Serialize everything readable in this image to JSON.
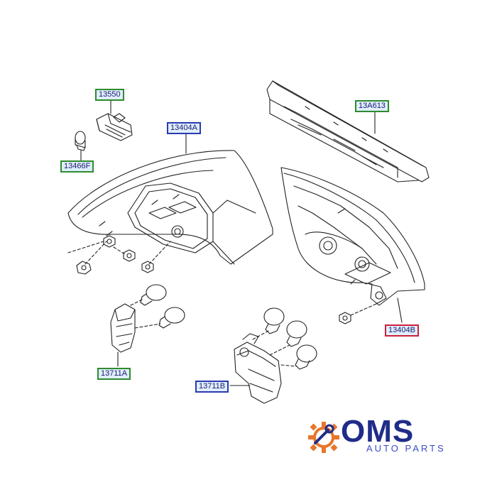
{
  "labels": {
    "p13550": "13550",
    "p13466F": "13466F",
    "p13404A": "13404A",
    "p13A613": "13A613",
    "p13404B": "13404B",
    "p13711A": "13711A",
    "p13711B": "13711B"
  },
  "logo": {
    "name": "OMS",
    "tagline": "AUTO PARTS",
    "colors": {
      "blue": "#1f2c8a",
      "orange": "#e8762a",
      "light_blue": "#3a4ac8"
    }
  },
  "colors": {
    "line": "#222222",
    "label_bg": "#dfeeff",
    "border_blue": "#2a3ab0",
    "border_green": "#2e8b2e",
    "border_red": "#d0203a"
  }
}
